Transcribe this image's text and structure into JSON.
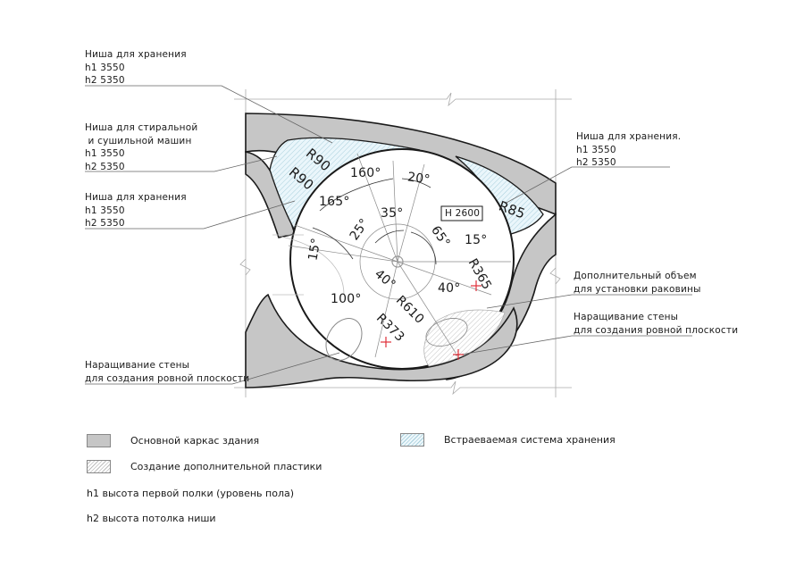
{
  "callouts": {
    "storage_niche_top_left": {
      "title": "Ниша для хранения",
      "h1": "h1 3550",
      "h2": "h2 5350"
    },
    "washer_dryer_niche": {
      "title": "Ниша для стиральной",
      "title2": " и сушильной машин",
      "h1": "h1 3550",
      "h2": "h2 5350"
    },
    "storage_niche_left": {
      "title": "Ниша для хранения",
      "h1": "h1 3550",
      "h2": "h2 5350"
    },
    "storage_niche_right": {
      "title": "Ниша для хранения.",
      "h1": "h1 3550",
      "h2": "h2 5350"
    },
    "sink_volume": {
      "line1": "Дополнительный объем",
      "line2": "для установки раковины"
    },
    "wall_build_right": {
      "line1": "Наращивание стены",
      "line2": "для создания ровной плоскости"
    },
    "wall_build_left": {
      "line1": "Наращивание стены",
      "line2": "для создания ровной плоскости"
    }
  },
  "dimensions": {
    "r90_a": "R90",
    "r90_b": "R90",
    "r85": "R85",
    "r365": "R365",
    "r610": "R610",
    "r373": "R373",
    "ang_160": "160°",
    "ang_165": "165°",
    "ang_20": "20°",
    "ang_35": "35°",
    "ang_25": "25°",
    "ang_65": "65°",
    "ang_15_right": "15°",
    "ang_15_left": "15°",
    "ang_40_left": "40°",
    "ang_40_right": "40°",
    "ang_100": "100°",
    "height_tag": "H 2600"
  },
  "legend": {
    "items": [
      {
        "label": "Основной каркас здания",
        "swatch": "gray",
        "color": "#c6c6c6"
      },
      {
        "label": "Создание дополнительной пластики",
        "swatch": "hatch-gray",
        "color": "#bdbdbd"
      },
      {
        "label": "Встраеваемая система хранения",
        "swatch": "hatch-blue",
        "color": "#a9cfdc"
      }
    ],
    "notes": [
      "h1 высота первой полки (уровень пола)",
      "h2 высота потолка ниши"
    ]
  },
  "colors": {
    "structure": "#c6c6c6",
    "storage_fill": "#e8f5fa",
    "storage_hatch": "#a9cfdc",
    "marker": "#e0303a",
    "line": "#1a1a1a",
    "thin_line": "#9a9a9a"
  }
}
